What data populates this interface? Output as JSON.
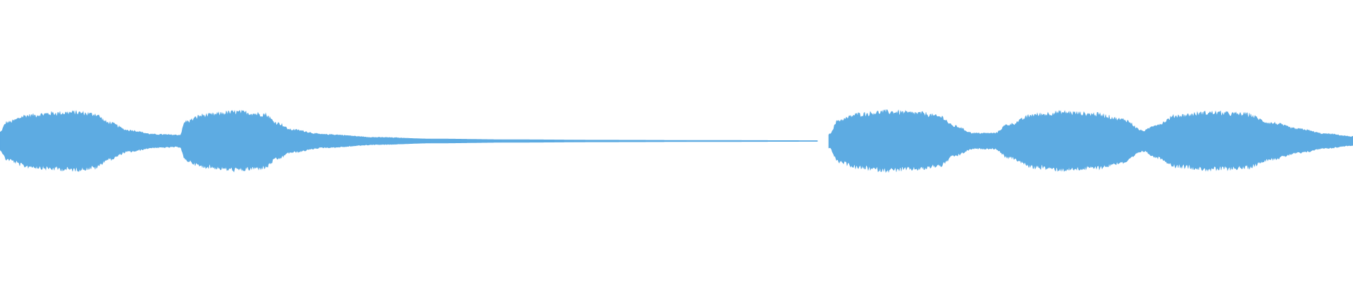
{
  "waveform": {
    "color": "#5dabe2",
    "background": "#ffffff",
    "segments": [
      {
        "name": "segment-1",
        "start": 0.0,
        "end": 0.6045,
        "envelope": [
          [
            0.0,
            0.3
          ],
          [
            0.005,
            0.62
          ],
          [
            0.02,
            0.85
          ],
          [
            0.04,
            0.93
          ],
          [
            0.055,
            0.96
          ],
          [
            0.07,
            0.9
          ],
          [
            0.08,
            0.62
          ],
          [
            0.095,
            0.36
          ],
          [
            0.115,
            0.22
          ],
          [
            0.133,
            0.2
          ],
          [
            0.137,
            0.65
          ],
          [
            0.15,
            0.86
          ],
          [
            0.175,
            0.97
          ],
          [
            0.195,
            0.9
          ],
          [
            0.205,
            0.6
          ],
          [
            0.215,
            0.38
          ],
          [
            0.24,
            0.22
          ],
          [
            0.28,
            0.12
          ],
          [
            0.32,
            0.07
          ],
          [
            0.38,
            0.045
          ],
          [
            0.45,
            0.03
          ],
          [
            0.52,
            0.022
          ],
          [
            0.6045,
            0.015
          ]
        ]
      },
      {
        "name": "segment-2",
        "start": 0.6125,
        "end": 1.0,
        "envelope": [
          [
            0.6125,
            0.22
          ],
          [
            0.62,
            0.7
          ],
          [
            0.635,
            0.9
          ],
          [
            0.655,
            0.98
          ],
          [
            0.68,
            0.93
          ],
          [
            0.695,
            0.82
          ],
          [
            0.705,
            0.5
          ],
          [
            0.72,
            0.26
          ],
          [
            0.735,
            0.26
          ],
          [
            0.745,
            0.55
          ],
          [
            0.765,
            0.88
          ],
          [
            0.785,
            0.96
          ],
          [
            0.81,
            0.9
          ],
          [
            0.83,
            0.72
          ],
          [
            0.845,
            0.34
          ],
          [
            0.855,
            0.55
          ],
          [
            0.87,
            0.85
          ],
          [
            0.895,
            0.95
          ],
          [
            0.92,
            0.9
          ],
          [
            0.94,
            0.6
          ],
          [
            0.96,
            0.4
          ],
          [
            0.98,
            0.24
          ],
          [
            1.0,
            0.15
          ]
        ]
      }
    ]
  }
}
